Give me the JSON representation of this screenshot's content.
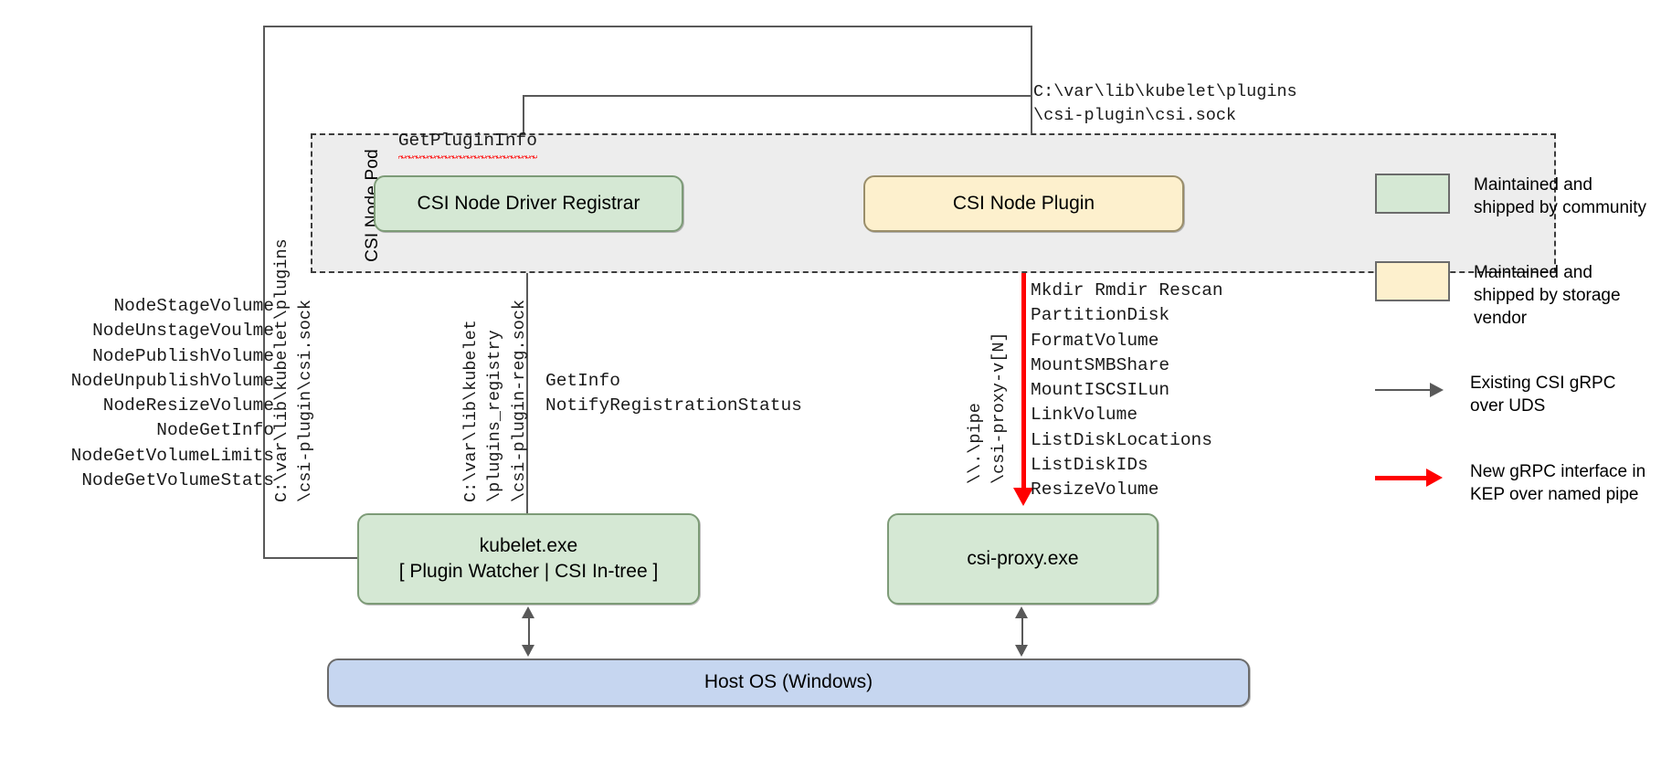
{
  "diagram": {
    "pod": {
      "label": "CSI Node Pod"
    },
    "nodes": {
      "registrar": "CSI Node Driver Registrar",
      "node_plugin": "CSI Node Plugin",
      "kubelet_line1": "kubelet.exe",
      "kubelet_line2": "[ Plugin Watcher | CSI In-tree ]",
      "csi_proxy": "csi-proxy.exe",
      "host_os": "Host OS (Windows)"
    },
    "labels": {
      "get_plugin_info": "GetPluginInfo",
      "plugin_socket_path": "C:\\var\\lib\\kubelet\\plugins\n\\csi-plugin\\csi.sock",
      "registrar_socket_path": "C:\\var\\lib\\kubelet\\plugins\n\\csi-plugin\\csi.sock",
      "registry_socket_path": "C:\\var\\lib\\kubelet\n\\plugins_registry\n\\csi-plugin-reg.sock",
      "named_pipe_path": "\\\\.\\pipe\n\\csi-proxy-v[N]",
      "registration_calls": "GetInfo\nNotifyRegistrationStatus",
      "node_service_calls": "NodeStageVolume\nNodeUnstageVoulme\nNodePublishVolume\nNodeUnpublishVolume\nNodeResizeVolume\nNodeGetInfo\nNodeGetVolumeLimits\nNodeGetVolumeStats",
      "csi_proxy_calls": "Mkdir Rmdir Rescan\nPartitionDisk\nFormatVolume\nMountSMBShare\nMountISCSILun\nLinkVolume\nListDiskLocations\nListDiskIDs\nResizeVolume"
    },
    "legend": {
      "items": [
        {
          "type": "swatch",
          "color": "#d5e8d4",
          "text": "Maintained and shipped by community"
        },
        {
          "type": "swatch",
          "color": "#fdf0cd",
          "text": "Maintained and shipped by storage vendor"
        },
        {
          "type": "arrow",
          "color": "#595959",
          "text": "Existing CSI gRPC over UDS"
        },
        {
          "type": "arrow",
          "color": "#ff0000",
          "text": "New gRPC interface in KEP over named pipe"
        }
      ]
    },
    "colors": {
      "community_green": "#d5e8d4",
      "vendor_yellow": "#fdf0cd",
      "host_blue": "#c6d6f0",
      "pod_gray": "#ededed",
      "existing_arrow": "#595959",
      "new_arrow": "#ff0000"
    }
  }
}
